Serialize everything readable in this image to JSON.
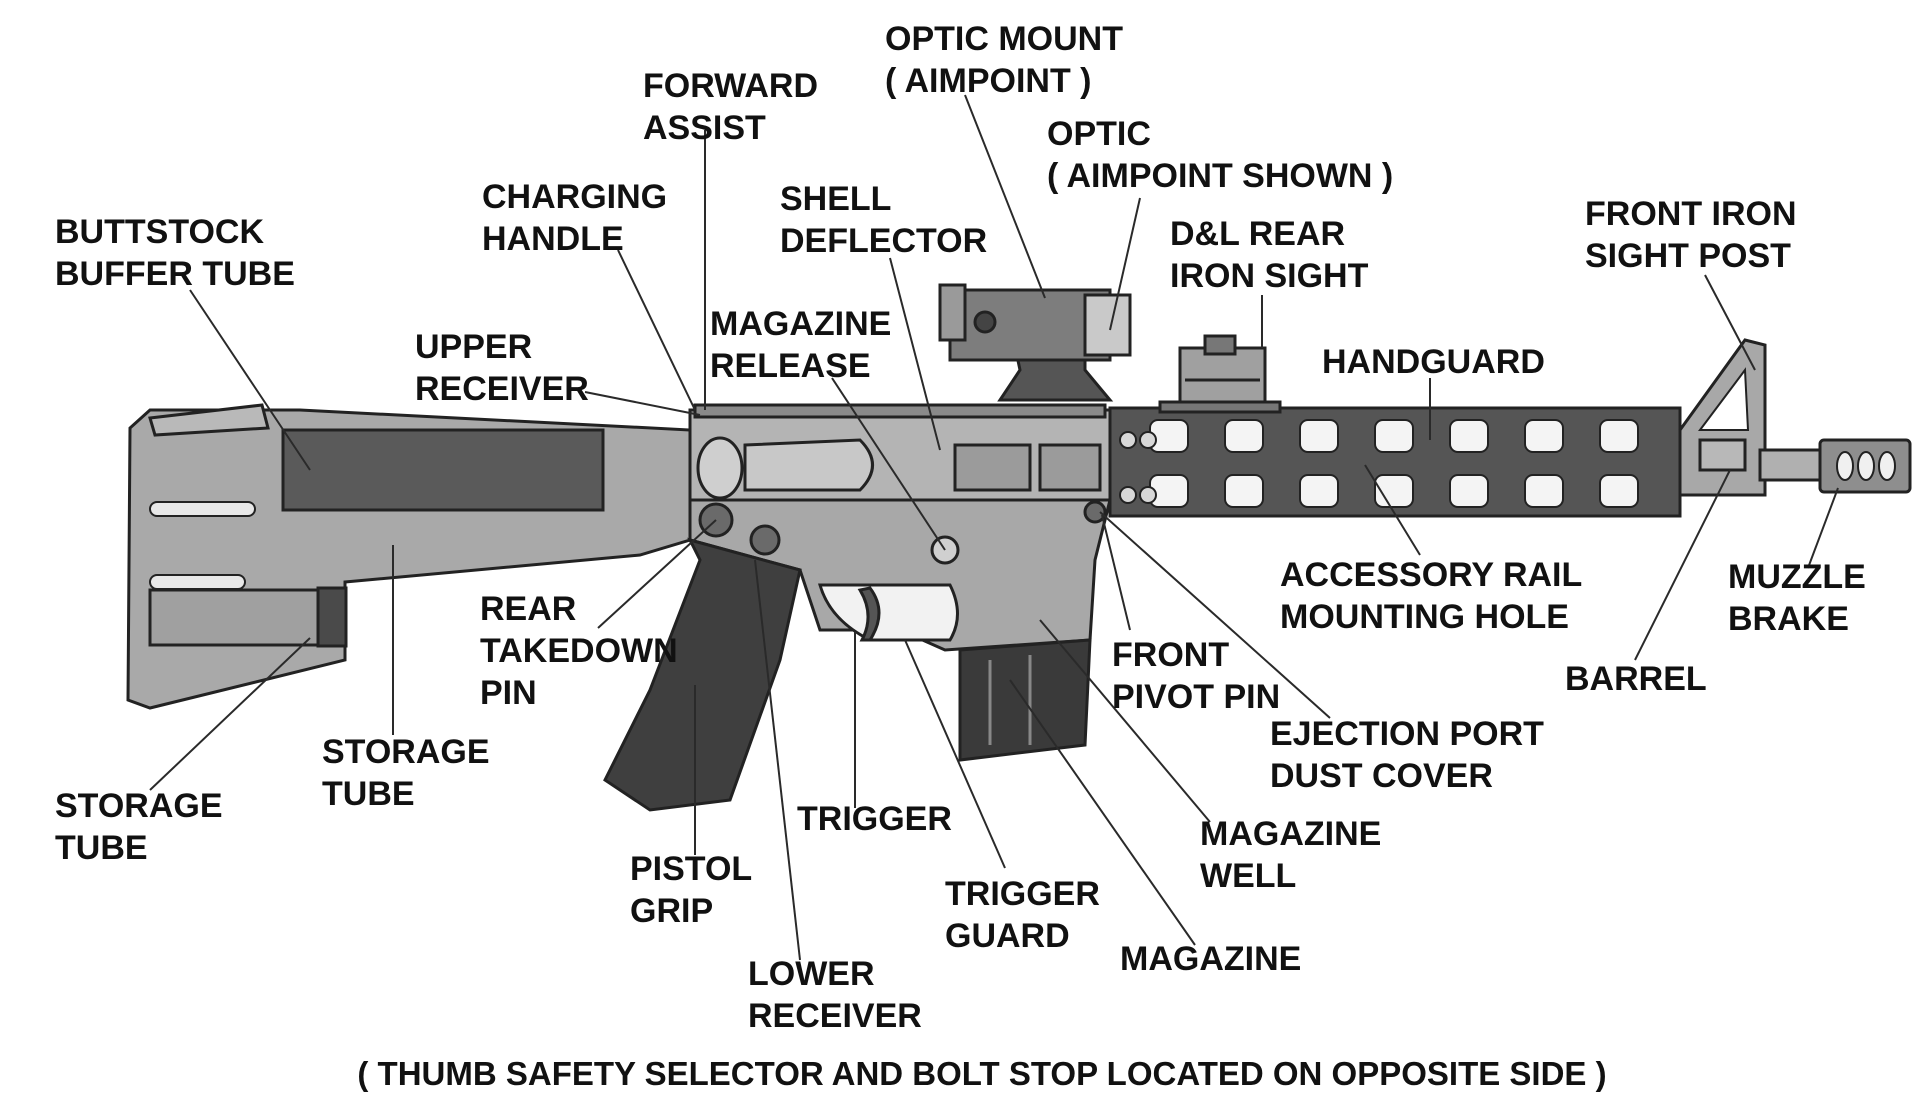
{
  "labels": {
    "optic_mount": [
      "OPTIC MOUNT",
      "( AIMPOINT )"
    ],
    "forward_assist": [
      "FORWARD",
      "ASSIST"
    ],
    "optic": [
      "OPTIC",
      "( AIMPOINT SHOWN )"
    ],
    "charging_handle": [
      "CHARGING",
      "HANDLE"
    ],
    "shell_deflector": [
      "SHELL",
      "DEFLECTOR"
    ],
    "buttstock_buffer_tube": [
      "BUTTSTOCK",
      "BUFFER TUBE"
    ],
    "dl_rear_iron_sight": [
      "D&L REAR",
      "IRON SIGHT"
    ],
    "front_iron_sight_post": [
      "FRONT IRON",
      "SIGHT POST"
    ],
    "magazine_release": [
      "MAGAZINE",
      "RELEASE"
    ],
    "upper_receiver": [
      "UPPER",
      "RECEIVER"
    ],
    "handguard": [
      "HANDGUARD"
    ],
    "rear_takedown_pin": [
      "REAR",
      "TAKEDOWN",
      "PIN"
    ],
    "accessory_rail_mounting_hole": [
      "ACCESSORY RAIL",
      "MOUNTING HOLE"
    ],
    "muzzle_brake": [
      "MUZZLE",
      "BRAKE"
    ],
    "front_pivot_pin": [
      "FRONT",
      "PIVOT PIN"
    ],
    "barrel": [
      "BARREL"
    ],
    "ejection_port_dust_cover": [
      "EJECTION PORT",
      "DUST COVER"
    ],
    "storage_tube_stock": [
      "STORAGE",
      "TUBE"
    ],
    "storage_tube_lower": [
      "STORAGE",
      "TUBE"
    ],
    "trigger": [
      "TRIGGER"
    ],
    "magazine_well": [
      "MAGAZINE",
      "WELL"
    ],
    "pistol_grip": [
      "PISTOL",
      "GRIP"
    ],
    "trigger_guard": [
      "TRIGGER",
      "GUARD"
    ],
    "magazine": [
      "MAGAZINE"
    ],
    "lower_receiver": [
      "LOWER",
      "RECEIVER"
    ]
  },
  "footnote": "( THUMB SAFETY SELECTOR AND BOLT STOP LOCATED ON OPPOSITE SIDE )",
  "colors": {
    "stock": "#a9a9a9",
    "stock_dark": "#5a5a5a",
    "receiver": "#b4b4b4",
    "handguard": "#555555",
    "grip": "#3f3f3f",
    "optic": "#7d7d7d",
    "outline": "#222222"
  }
}
